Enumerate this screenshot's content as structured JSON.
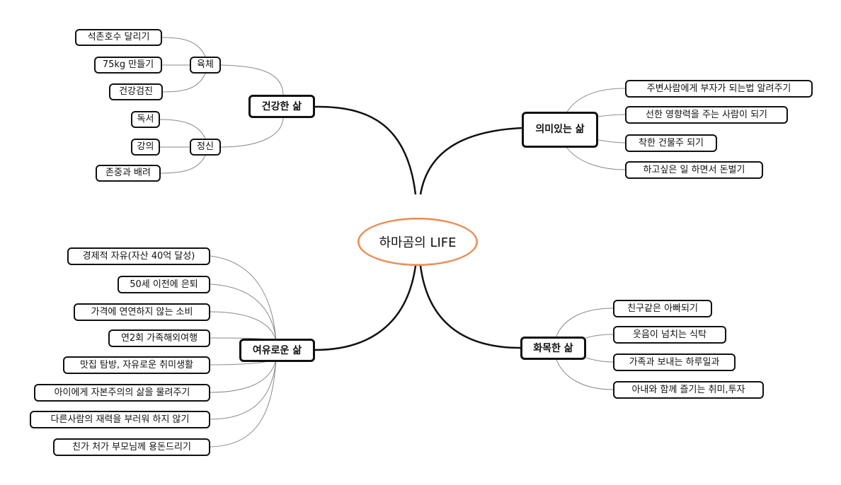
{
  "center": {
    "label": "하마곰의 LIFE"
  },
  "branches": {
    "healthy": {
      "label": "건강한 삶",
      "body": {
        "label": "육체",
        "items": [
          "석촌호수 달리기",
          "75kg 만들기",
          "건강검진"
        ]
      },
      "mind": {
        "label": "정신",
        "items": [
          "독서",
          "강의",
          "존중과 배려"
        ]
      }
    },
    "meaningful": {
      "label": "의미있는 삶",
      "items": [
        "주변사람에게 부자가 되는법 알려주기",
        "선한 영향력을 주는 사람이 되기",
        "착한 건물주 되기",
        "하고싶은 일 하면서 돈벌기"
      ]
    },
    "wealthy": {
      "label": "여유로운 삶",
      "items": [
        "경제적 자유(자산 40억 달성)",
        "50세 이전에 은퇴",
        "가격에 연연하지 않는 소비",
        "연2회 가족해외여행",
        "맛집 탐방, 자유로운 취미생활",
        "아이에게 자본주의의 삶을 물려주기",
        "다른사람의 재력을 부러워 하지 않기",
        "친가 처가 부모님께 용돈드리기"
      ]
    },
    "harmony": {
      "label": "화목한 삶",
      "items": [
        "친구같은 아빠되기",
        "웃음이 넘치는 식탁",
        "가족과 보내는 하루일과",
        "아내와 함께 즐기는 취미,투자"
      ]
    }
  },
  "colors": {
    "center_border": "#e8854a",
    "node_border": "#111111",
    "main_link": "#111111",
    "sub_link": "#8a8a8a"
  }
}
